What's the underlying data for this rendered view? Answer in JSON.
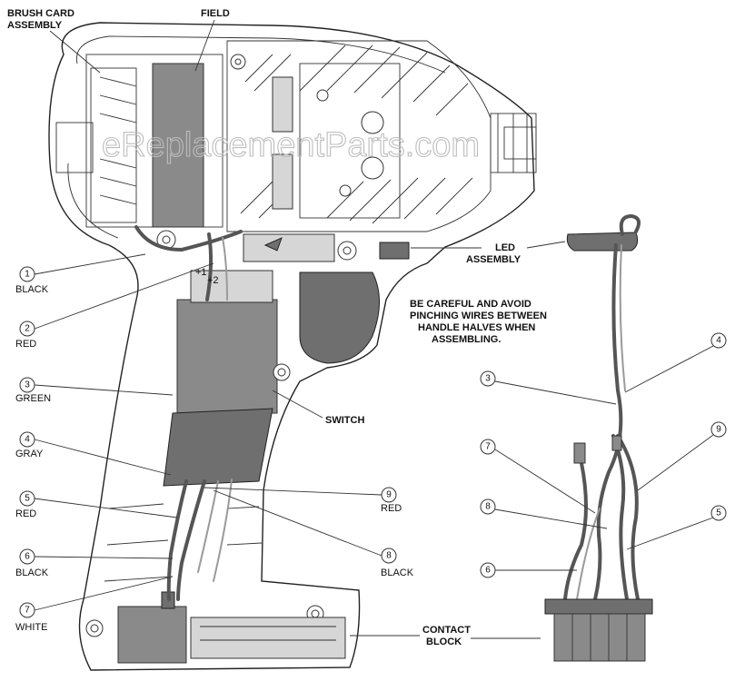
{
  "labels": {
    "brush_card": [
      "BRUSH CARD",
      "ASSEMBLY"
    ],
    "field": "FIELD",
    "led": [
      "LED",
      "ASSEMBLY"
    ],
    "caution": [
      "BE CAREFUL AND AVOID",
      "PINCHING WIRES BETWEEN",
      "HANDLE HALVES WHEN",
      "ASSEMBLING."
    ],
    "switch": "SWITCH",
    "contact_block": [
      "CONTACT",
      "BLOCK"
    ],
    "board_marks": [
      "+1",
      "+2"
    ]
  },
  "wires_left": [
    {
      "number": "1",
      "color": "BLACK"
    },
    {
      "number": "2",
      "color": "RED"
    },
    {
      "number": "3",
      "color": "GREEN"
    },
    {
      "number": "4",
      "color": "GRAY"
    },
    {
      "number": "5",
      "color": "RED"
    },
    {
      "number": "6",
      "color": "BLACK"
    },
    {
      "number": "7",
      "color": "WHITE"
    }
  ],
  "wires_mid": [
    {
      "number": "9",
      "color": "RED"
    },
    {
      "number": "8",
      "color": "BLACK"
    }
  ],
  "harness_callouts": [
    "4",
    "3",
    "9",
    "7",
    "8",
    "5",
    "6"
  ],
  "watermark": "eReplacementParts.com"
}
